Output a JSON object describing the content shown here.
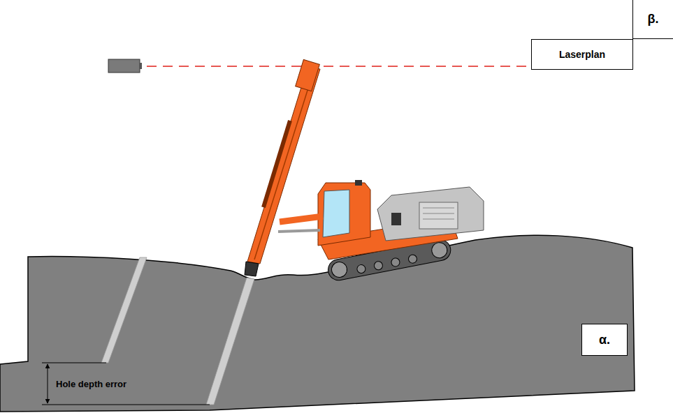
{
  "diagram": {
    "nodes": [
      {
        "text": [
          "β."
        ]
      },
      {
        "text": [
          "Laserplan"
        ]
      },
      {
        "text": [
          "α."
        ]
      }
    ],
    "labels": [
      "Hole depth error"
    ]
  }
}
